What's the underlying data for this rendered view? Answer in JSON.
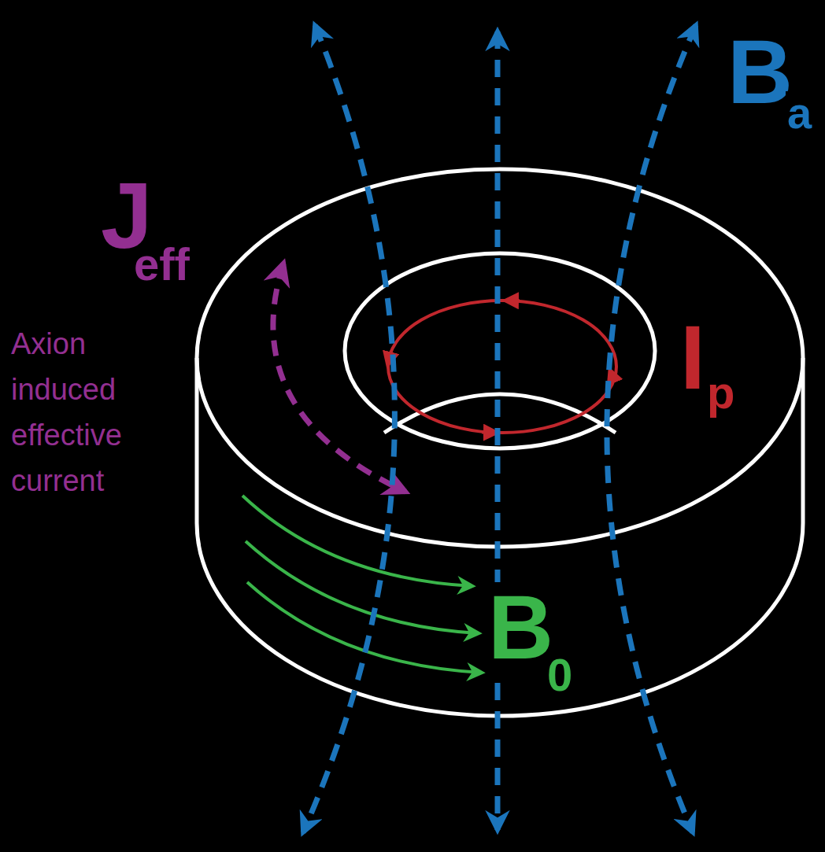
{
  "diagram": {
    "labels": [
      "B",
      "a",
      "J",
      "eff",
      "Axion induced effective current",
      "I",
      "p",
      "B",
      "0"
    ]
  }
}
